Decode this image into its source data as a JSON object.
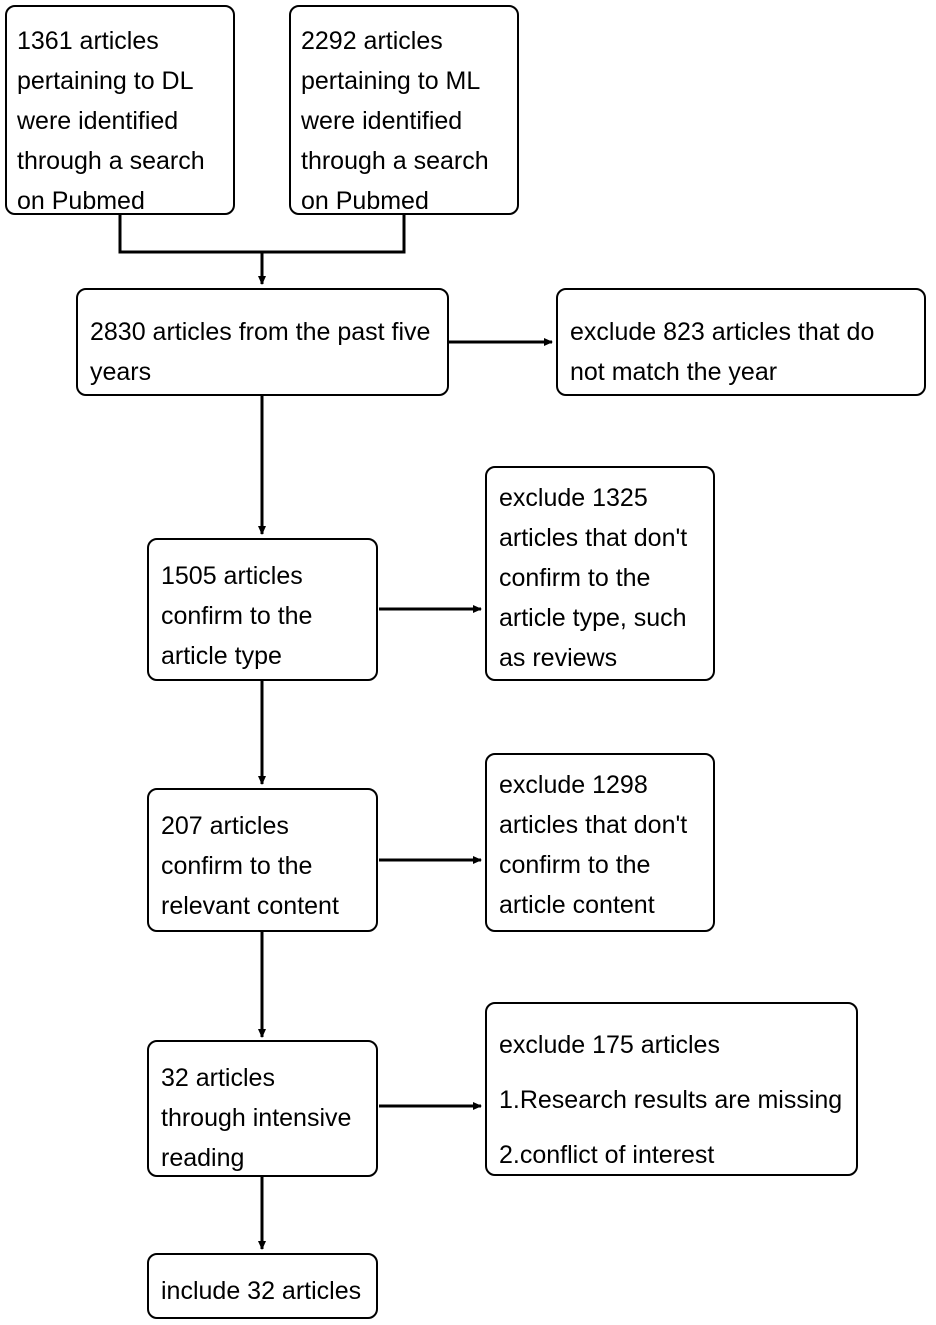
{
  "diagram": {
    "title": "Article selection flowchart",
    "type": "flowchart",
    "stroke_color": "#000000",
    "fill_color": "#ffffff",
    "nodes": [
      {
        "id": "source-dl",
        "label": "1361 articles\npertaining to DL\nwere identified\nthrough a search\non Pubmed",
        "count": 1361
      },
      {
        "id": "source-ml",
        "label": "2292 articles\npertaining to ML\nwere identified\nthrough a search\non Pubmed",
        "count": 2292
      },
      {
        "id": "past-five-years",
        "label": "2830 articles from the past five\nyears",
        "count": 2830
      },
      {
        "id": "exclude-year",
        "label": "exclude 823 articles that do\nnot match the year",
        "count": 823
      },
      {
        "id": "article-type",
        "label": "1505 articles\nconfirm to the\narticle type",
        "count": 1505
      },
      {
        "id": "exclude-type",
        "label": "exclude 1325\narticles that don't\nconfirm to the\narticle type, such\nas reviews",
        "count": 1325
      },
      {
        "id": "relevant-content",
        "label": "207 articles\nconfirm to the\nrelevant content",
        "count": 207
      },
      {
        "id": "exclude-content",
        "label": "exclude 1298\narticles that don't\nconfirm to the\narticle content",
        "count": 1298
      },
      {
        "id": "intensive-reading",
        "label": "32 articles\nthrough intensive\nreading",
        "count": 32
      },
      {
        "id": "exclude-other",
        "label": "exclude 175 articles\n1.Research results are missing\n2.conflict of interest",
        "count": 175
      },
      {
        "id": "include-final",
        "label": "include 32 articles",
        "count": 32
      }
    ]
  }
}
